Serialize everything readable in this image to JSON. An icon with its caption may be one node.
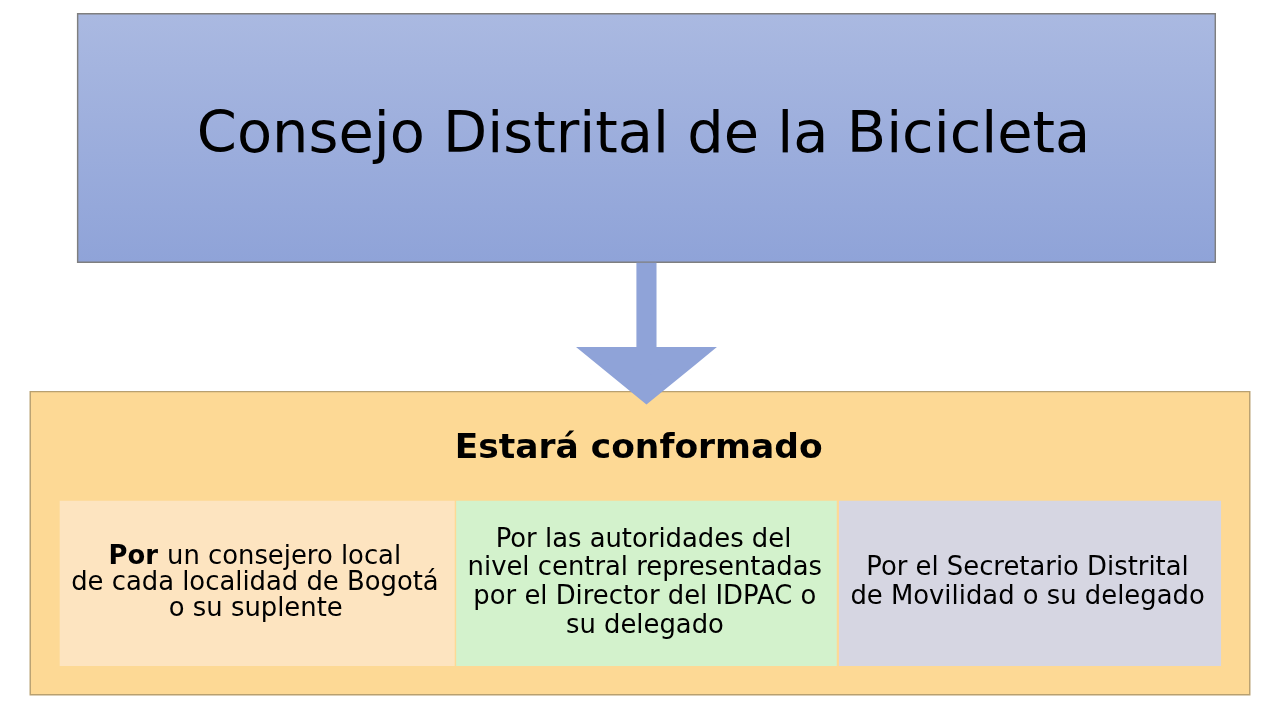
{
  "diagram": {
    "nodes": [
      {
        "text": [
          "Consejo Distrital de la Bicicleta"
        ]
      },
      {
        "text": [
          "Estará conformado"
        ]
      },
      {
        "text": [
          "**Por** un consejero local de cada localidad de Bogotá o su suplente"
        ],
        "in": 1
      },
      {
        "text": [
          "Por las autoridades del nivel central representadas por el Director del IDPAC o su delegado"
        ],
        "in": 1
      },
      {
        "text": [
          "Por el Secretario Distrital de Movilidad o su delegado"
        ],
        "in": 1
      }
    ],
    "edges": [
      {
        "from": 0,
        "to": 1,
        "arrow": "to"
      }
    ]
  }
}
